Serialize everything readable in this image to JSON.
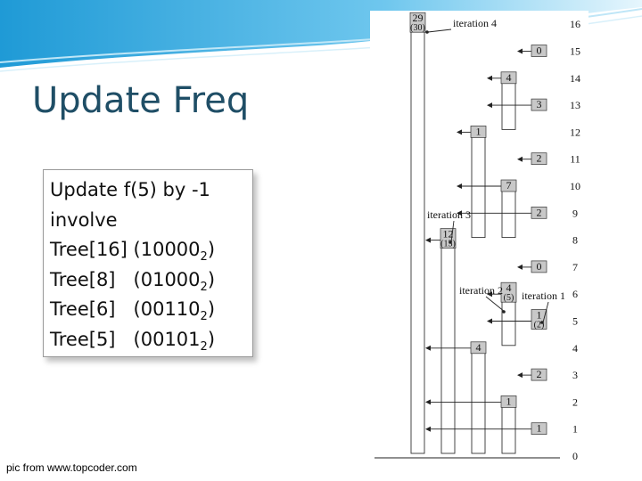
{
  "slide": {
    "title": "Update Freq",
    "lines": [
      {
        "text": "Update f(5) by -1",
        "sub": "",
        "tail": ""
      },
      {
        "text": "involve",
        "sub": "",
        "tail": ""
      },
      {
        "text": "Tree[16] (10000",
        "sub": "2",
        "tail": ")"
      },
      {
        "text": "Tree[8]   (01000",
        "sub": "2",
        "tail": ")"
      },
      {
        "text": "Tree[6]   (00110",
        "sub": "2",
        "tail": ")"
      },
      {
        "text": "Tree[5]   (00101",
        "sub": "2",
        "tail": ")"
      }
    ],
    "caption": "pic from www.topcoder.com"
  },
  "diagram": {
    "axis_labels": [
      "16",
      "15",
      "14",
      "13",
      "12",
      "11",
      "10",
      "9",
      "8",
      "7",
      "6",
      "5",
      "4",
      "3",
      "2",
      "1",
      "0"
    ],
    "iterations": [
      "iteration 4",
      "iteration 3",
      "iteration 2",
      "iteration 1"
    ],
    "nodes": [
      {
        "index": 16,
        "top": "29",
        "bottom": "(30)"
      },
      {
        "index": 15,
        "top": "0"
      },
      {
        "index": 14,
        "top": "4"
      },
      {
        "index": 13,
        "top": "3"
      },
      {
        "index": 12,
        "top": "1"
      },
      {
        "index": 11,
        "top": "2"
      },
      {
        "index": 10,
        "top": "7"
      },
      {
        "index": 9,
        "top": "2"
      },
      {
        "index": 8,
        "top": "12",
        "bottom": "(13)"
      },
      {
        "index": 7,
        "top": "0"
      },
      {
        "index": 6,
        "top": "4",
        "bottom": "(5)"
      },
      {
        "index": 5,
        "top": "1",
        "bottom": "(2)"
      },
      {
        "index": 4,
        "top": "4"
      },
      {
        "index": 3,
        "top": "2"
      },
      {
        "index": 2,
        "top": "1"
      },
      {
        "index": 1,
        "top": "1"
      }
    ]
  }
}
